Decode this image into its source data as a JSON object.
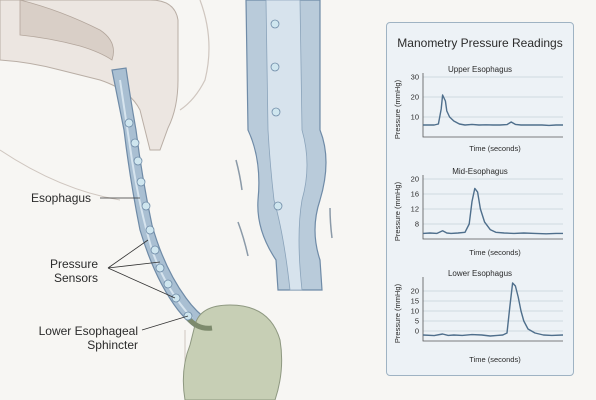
{
  "labels": {
    "esophagus": "Esophagus",
    "pressure_sensors_line1": "Pressure",
    "pressure_sensors_line2": "Sensors",
    "les_line1": "Lower Esophageal",
    "les_line2": "Sphincter"
  },
  "panel": {
    "title": "Manometry Pressure Readings"
  },
  "colors": {
    "tissue": "#e8e3df",
    "tube": "#9fb6cc",
    "tube_dark": "#6f8ba7",
    "sensor": "#cfe6ef",
    "stomach": "#c9d1b8",
    "trace": "#4f6f8c"
  },
  "chart_data": [
    {
      "type": "line",
      "title": "Upper Esophagus",
      "ylabel": "Pressure (mmHg)",
      "xlabel": "Time (seconds)",
      "yticks": [
        10,
        20,
        30
      ],
      "ylim": [
        0,
        30
      ],
      "x": [
        0,
        4,
        8,
        11,
        13,
        14,
        15,
        16,
        17,
        19,
        22,
        26,
        30,
        35,
        40,
        45,
        50,
        55,
        60,
        63,
        66,
        70,
        75,
        80,
        85,
        90,
        95,
        100
      ],
      "y": [
        6,
        6,
        6,
        6.5,
        14,
        21,
        19.5,
        18,
        13,
        10,
        8,
        6.5,
        6,
        6.3,
        6,
        6.1,
        6,
        6,
        6.2,
        7.5,
        6.3,
        6,
        6,
        6,
        6,
        5.8,
        6,
        6
      ]
    },
    {
      "type": "line",
      "title": "Mid-Esophagus",
      "ylabel": "Pressure (mmHg)",
      "xlabel": "Time (seconds)",
      "yticks": [
        8,
        12,
        16,
        20
      ],
      "ylim": [
        4,
        20
      ],
      "x": [
        0,
        5,
        10,
        14,
        17,
        20,
        25,
        30,
        33,
        35,
        37,
        39,
        41,
        44,
        48,
        52,
        58,
        65,
        72,
        80,
        88,
        95,
        100
      ],
      "y": [
        5.5,
        5.6,
        5.5,
        6.2,
        5.6,
        5.5,
        5.6,
        5.8,
        8,
        14,
        17.5,
        16.5,
        12,
        8.5,
        6.5,
        5.8,
        5.6,
        5.5,
        5.6,
        5.5,
        5.4,
        5.5,
        5.5
      ]
    },
    {
      "type": "line",
      "title": "Lower Esophagus",
      "ylabel": "Pressure (mmHg)",
      "xlabel": "Time (seconds)",
      "yticks": [
        0,
        5,
        10,
        15,
        20
      ],
      "ylim": [
        -5,
        25
      ],
      "x": [
        0,
        8,
        14,
        18,
        22,
        28,
        35,
        42,
        48,
        53,
        57,
        60,
        62,
        64,
        66,
        68,
        70,
        72,
        75,
        80,
        86,
        92,
        100
      ],
      "y": [
        -2,
        -2.3,
        -1.5,
        -2.2,
        -2,
        -2.2,
        -1.8,
        -2,
        -2.5,
        -2.2,
        -2,
        -1,
        12,
        24,
        22.5,
        17,
        10,
        5,
        1,
        -1,
        -2,
        -2.2,
        -2
      ]
    }
  ]
}
